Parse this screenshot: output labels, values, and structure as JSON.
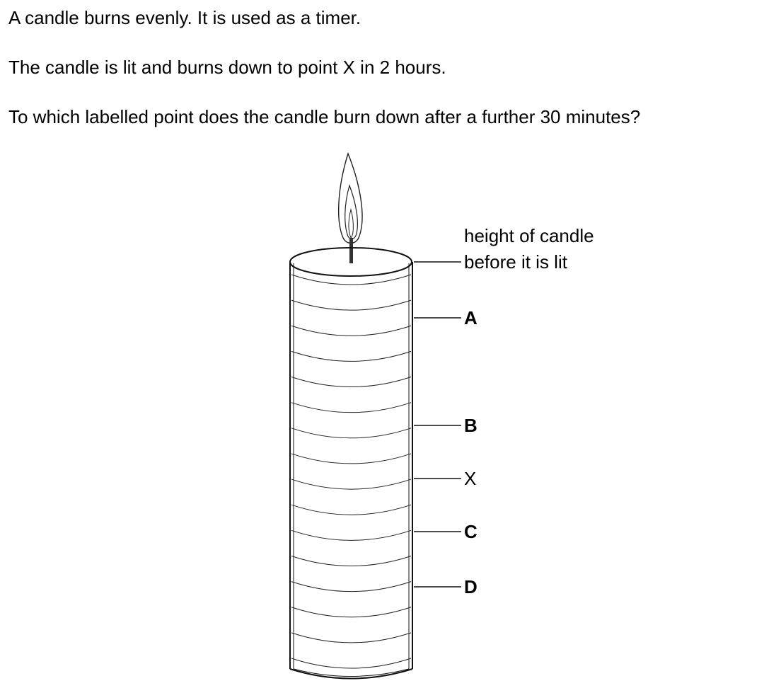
{
  "question": {
    "line1": "A candle burns evenly. It is used as a timer.",
    "line2": "The candle is lit and burns down to point X in 2 hours.",
    "line3": "To which labelled point does the candle burn down after a further 30 minutes?"
  },
  "diagram": {
    "start_label_line1": "height of candle",
    "start_label_line2": "before it is lit",
    "points": [
      {
        "id": "A",
        "label": "A"
      },
      {
        "id": "B",
        "label": "B"
      },
      {
        "id": "X",
        "label": "X"
      },
      {
        "id": "C",
        "label": "C"
      },
      {
        "id": "D",
        "label": "D"
      }
    ]
  }
}
